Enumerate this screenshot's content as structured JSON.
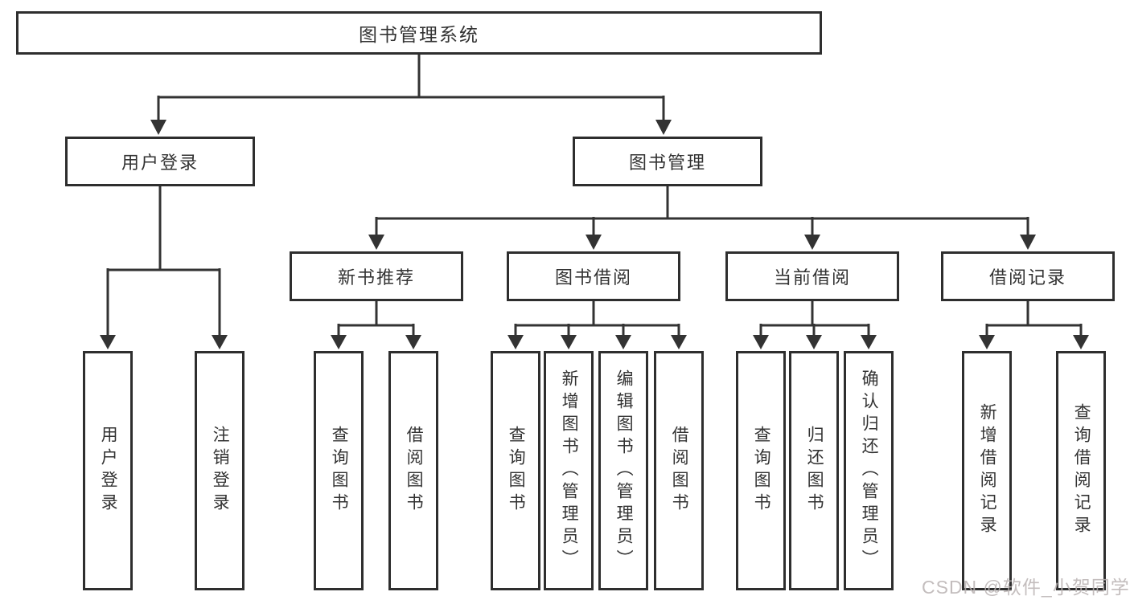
{
  "diagram": {
    "root": "图书管理系统",
    "user_login": {
      "label": "用户登录",
      "leaves": [
        "用户登录",
        "注销登录"
      ]
    },
    "book_management": {
      "label": "图书管理",
      "groups": [
        {
          "label": "新书推荐",
          "leaves": [
            "查询图书",
            "借阅图书"
          ]
        },
        {
          "label": "图书借阅",
          "leaves": [
            "查询图书",
            "新增图书（管理员）",
            "编辑图书（管理员）",
            "借阅图书"
          ]
        },
        {
          "label": "当前借阅",
          "leaves": [
            "查询图书",
            "归还图书",
            "确认归还（管理员）"
          ]
        },
        {
          "label": "借阅记录",
          "leaves": [
            "新增借阅记录",
            "查询借阅记录"
          ]
        }
      ]
    }
  },
  "watermark": {
    "text": "CSDN @软件_小贺同学",
    "color": "#b9b2b2"
  },
  "colors": {
    "line": "#333333",
    "box_border": "#2e2e2e",
    "text": "#333333",
    "background": "#ffffff"
  }
}
